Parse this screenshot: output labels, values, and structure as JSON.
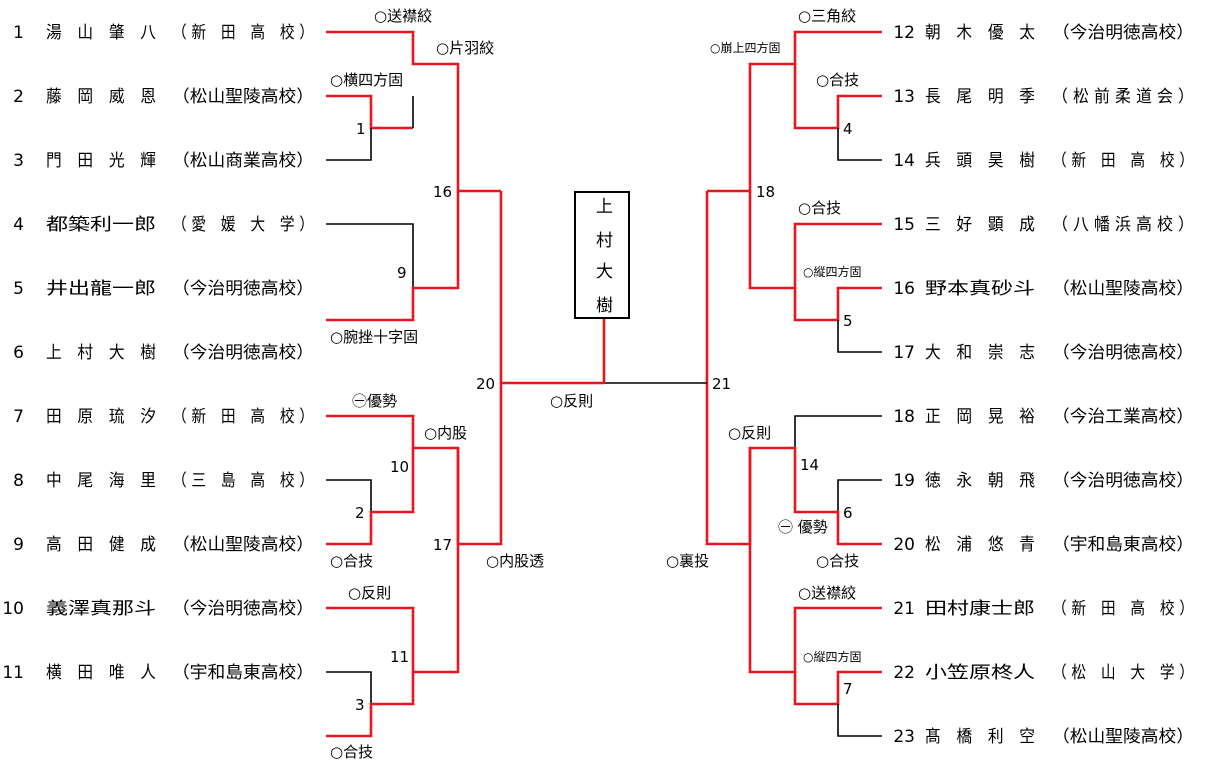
{
  "left_players": [
    {
      "no": "1",
      "name": "湯　山　肇　八",
      "school": "（ 新　田　高　校 ）"
    },
    {
      "no": "2",
      "name": "藤　岡　威　恩",
      "school": "（松山聖陵高校）"
    },
    {
      "no": "3",
      "name": "門　田　光　輝",
      "school": "（松山商業高校）"
    },
    {
      "no": "4",
      "name": "都築利一郎",
      "school": "（ 愛　媛　大　学 ）"
    },
    {
      "no": "5",
      "name": "井出龍一郎",
      "school": "（今治明徳高校）"
    },
    {
      "no": "6",
      "name": "上　村　大　樹",
      "school": "（今治明徳高校）"
    },
    {
      "no": "7",
      "name": "田　原　琉　汐",
      "school": "（ 新　田　高　校 ）"
    },
    {
      "no": "8",
      "name": "中　尾　海　里",
      "school": "（ 三　島　高　校 ）"
    },
    {
      "no": "9",
      "name": "高　田　健　成",
      "school": "（松山聖陵高校）"
    },
    {
      "no": "10",
      "name": "義澤真那斗",
      "school": "（今治明徳高校）"
    },
    {
      "no": "11",
      "name": "横　田　唯　人",
      "school": "（宇和島東高校）"
    }
  ],
  "right_players": [
    {
      "no": "12",
      "name": "朝　木　優　太",
      "school": "（今治明徳高校）"
    },
    {
      "no": "13",
      "name": "長　尾　明　季",
      "school": "（ 松 前 柔 道 会 ）"
    },
    {
      "no": "14",
      "name": "兵　頭　昊　樹",
      "school": "（ 新　田　高　校 ）"
    },
    {
      "no": "15",
      "name": "三　好　顕　成",
      "school": "（ 八 幡 浜 高 校 ）"
    },
    {
      "no": "16",
      "name": "野本真砂斗",
      "school": "（松山聖陵高校）"
    },
    {
      "no": "17",
      "name": "大　和　崇　志",
      "school": "（今治明徳高校）"
    },
    {
      "no": "18",
      "name": "正　岡　晃　裕",
      "school": "（今治工業高校）"
    },
    {
      "no": "19",
      "name": "徳　永　朝　飛",
      "school": "（今治明徳高校）"
    },
    {
      "no": "20",
      "name": "松　浦　悠　青",
      "school": "（宇和島東高校）"
    },
    {
      "no": "21",
      "name": "田村康士郎",
      "school": "（ 新　田　高　校 ）"
    },
    {
      "no": "22",
      "name": "小笠原柊人",
      "school": "（ 松　山　大　学 ）"
    },
    {
      "no": "23",
      "name": "髙　橋　利　空",
      "school": "（松山聖陵高校）"
    }
  ],
  "match_numbers": {
    "m1": "1",
    "m2": "2",
    "m3": "3",
    "m4": "4",
    "m5": "5",
    "m6": "6",
    "m7": "7",
    "m9": "9",
    "m10": "10",
    "m11": "11",
    "m14": "14",
    "m16": "16",
    "m17": "17",
    "m18": "18",
    "m20": "20",
    "m21": "21"
  },
  "techniques": {
    "t_sookuri": "○送襟絞",
    "t_katahane": "○片羽絞",
    "t_yokoshiho": "○横四方固",
    "t_ude": "○腕挫十字固",
    "t_yusei_l": "㊀優勢",
    "t_uchimata": "○内股",
    "t_awase_8": "○合技",
    "t_hansoku_9": "○反則",
    "t_awase_11": "○合技",
    "t_uchimatasukashi": "○内股透",
    "t_hansoku_final": "○反則",
    "t_sankaku": "○三角絞",
    "t_kuzure": "○崩上四方固",
    "t_awase_13": "○合技",
    "t_awase_15": "○合技",
    "t_tate_16": "○縦四方固",
    "t_hansoku_r": "○反則",
    "t_yusei_r": "㊀ 優勢",
    "t_awase_20": "○合技",
    "t_uranage": "○裏投",
    "t_sookuri_r": "○送襟絞",
    "t_tate_22": "○縦四方固"
  },
  "champion": {
    "family": "上　村",
    "given": "大　樹"
  },
  "colors": {
    "winner_line": "#e8141e",
    "loser_line": "#000000"
  }
}
